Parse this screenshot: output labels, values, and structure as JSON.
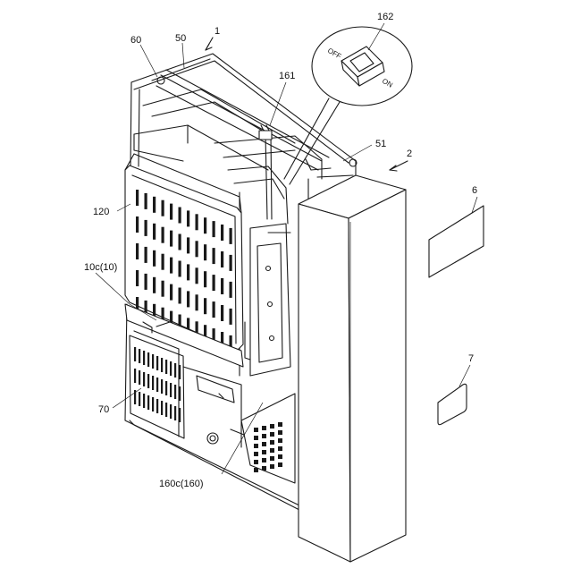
{
  "labels": {
    "l1": "1",
    "l2": "2",
    "l6": "6",
    "l7": "7",
    "l50": "50",
    "l51": "51",
    "l60": "60",
    "l70": "70",
    "l120": "120",
    "l161": "161",
    "l162": "162",
    "l10c": "10c(10)",
    "l160c": "160c(160)"
  },
  "switch_text": {
    "off": "OFF",
    "on": "ON"
  }
}
